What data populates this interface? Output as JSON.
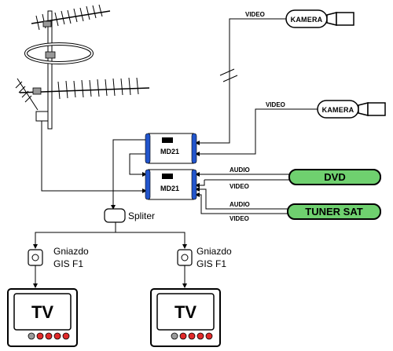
{
  "cameras": [
    {
      "label": "KAMERA",
      "signal": "VIDEO"
    },
    {
      "label": "KAMERA",
      "signal": "VIDEO"
    }
  ],
  "modulators": [
    {
      "label": "MD21"
    },
    {
      "label": "MD21"
    }
  ],
  "sources": [
    {
      "label": "DVD",
      "audio": "AUDIO",
      "video": "VIDEO"
    },
    {
      "label": "TUNER SAT",
      "audio": "AUDIO",
      "video": "VIDEO"
    }
  ],
  "splitter": {
    "label": "Spliter"
  },
  "outlets": [
    {
      "line1": "Gniazdo",
      "line2": "GIS F1"
    },
    {
      "line1": "Gniazdo",
      "line2": "GIS F1"
    }
  ],
  "tvs": [
    {
      "label": "TV"
    },
    {
      "label": "TV"
    }
  ],
  "colors": {
    "source_fill": "#6fd06f",
    "modulator_edge": "#2255cc",
    "button_grey": "#9a9a9a",
    "button_red": "#e02a2a",
    "screen": "#ffffff",
    "line": "#000000"
  }
}
